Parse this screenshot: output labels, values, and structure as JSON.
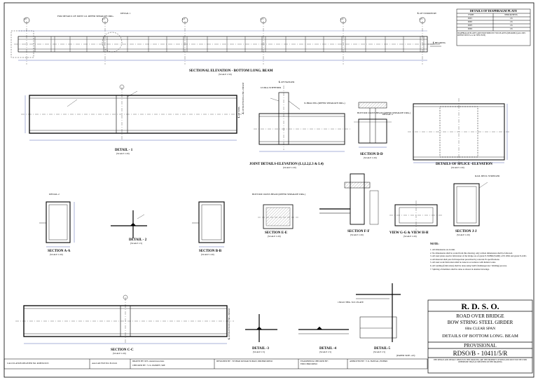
{
  "top": {
    "note_splice": "FOR DETAILS OF JOINT LO. REFER SEPARATE DRG.",
    "detail1_ref": "DETAIL 1",
    "sym": "℄ OF SYMMETRY",
    "bearing": "℄ BEARING",
    "nodes": [
      "L0",
      "L1",
      "L2",
      "L3",
      "L4",
      "L5"
    ]
  },
  "diaphragm": {
    "title": "DETAILS OF DIAPHRAGM PLATE",
    "headers": [
      "TYPE",
      "THICKNESS"
    ],
    "rows": [
      [
        "DP1",
        "16"
      ],
      [
        "DP2",
        "16"
      ],
      [
        "DP3",
        "16"
      ],
      [
        "DP4",
        "16"
      ]
    ],
    "note": "DIAPHRAGM PLATES ARE PROVIDED IN TWO PLATES (DP1&DP2) (ALL DP1 REFER VIEW G-G & VIEW H-H)"
  },
  "views": {
    "sect_elev": {
      "title": "SECTIONAL ELEVATION - BOTTOM LONG. BEAM",
      "scale": "(SCALE 1:50)"
    },
    "detail1": {
      "title": "DETAIL - 1",
      "scale": "(SCALE 1:20)"
    },
    "joint": {
      "title": "JOINT DETAILS-ELEVATION (L1,L2,L3 & L4)",
      "scale": "(SCALE 1:20)"
    },
    "sec_dd": {
      "title": "SECTION D-D",
      "scale": "(SCALE 1:20)"
    },
    "splice": {
      "title": "DETAILS OF SPLICE -ELEVATION",
      "scale": "(SCALE 1:20)"
    },
    "sec_aa": {
      "title": "SECTION A-A",
      "scale": "(SCALE 1:20)"
    },
    "detail2": {
      "title": "DETAIL - 2",
      "scale": "(SCALE 1:5)"
    },
    "sec_bb": {
      "title": "SECTION B-B",
      "scale": "(SCALE 1:20)"
    },
    "sec_ee": {
      "title": "SECTION E-E",
      "scale": "(SCALE 1:20)"
    },
    "sec_ff": {
      "title": "SECTION F-F",
      "scale": "(SCALE 1:20)"
    },
    "view_gg": {
      "title": "VIEW G-G & VIEW H-H",
      "scale": "(SCALE 1:20)"
    },
    "sec_jj": {
      "title": "SECTION J-J",
      "scale": "(SCALE 1:20)"
    },
    "sec_cc": {
      "title": "SECTION C-C",
      "scale": "(SCALE 1:20)"
    },
    "detail3": {
      "title": "DETAIL -3",
      "scale": "(SCALE 1:5)"
    },
    "detail4": {
      "title": "DETAIL -4",
      "scale": "(SCALE 1:5)"
    },
    "detail5": {
      "title": "DETAIL-5",
      "scale": "(SCALE 1:5)"
    }
  },
  "labels": {
    "hanger": "℄ OF HANGER",
    "stiffener": "ULTRA STIFFENER",
    "bracing": "X-BRACING (REFER SEPARATE DRG.)",
    "cross_beam": "BOTTOM CROSS BEAM (REFER SEPARATE DRG.)",
    "detail3_ref": "DETAIL-3",
    "detail2_ref": "DETAIL-2",
    "stringer": "RAIL DECK STRINGER",
    "bottom_beam": "℄ OF BOTTOM LONG. BEAM",
    "web_ref": "℄ OF WEB",
    "iso_ref": "150x10 THK. SLT. PLATE",
    "paper": "(PAPER SIZE- A3)"
  },
  "notes": {
    "heading": "NOTE:",
    "items": [
      "1.  All dimensions are in mm.",
      "2.  No dimensions shall be scaled from this drawing; only written dimensions shall be followed.",
      "3.  All steel plates used in fabrication of the bridge are of grade E-350BR (Fe490) of IS 2062 and grade E-410C.",
      "4.  All material shall pass full inspection prescribed by relevant IS specifications.",
      "5.  All steel work fabrication shall be done in accordance with Indian Codes.",
      "6.  All welding (fabrication) shall be done using SAW (Submerged Arc Welding) process.",
      "7.  Splicing of members shall be done as shown in detailed drawings."
    ]
  },
  "title_block": {
    "org": "R.  D.  S.  O.",
    "line1": "ROAD OVER BRIDGE",
    "line2": "BOW STRING  STEEL GIRDER",
    "line3": "60m CLEAR SPAN",
    "line4": "DETAILS OF BOTTOM LONG. BEAM",
    "status": "PROVISIONAL",
    "drg_no": "RDSO/B - 10411/5/R",
    "fine": "THE DESIGN AND DETAILS SHOWN IN THIS DRAWING ARE THE PROPERTY OF RDSO AND MUST NOT BE USED OTHERWISE THAN AS SPECIFIED ON THE DRAWING"
  },
  "footer": {
    "calc": "CALCULATION REGISTER NO. ROB/56/2015",
    "cad": "AutoCAD FILE NO. B-10411",
    "drawn": "DRAWN BY: M/S. Anand Associates",
    "checked": "CHECKED BY : V. K. PANDEY, SRE",
    "designed": "DESIGNED BY : TUSHAR KUMAR SUMAN, DIR/B&S/RDSO",
    "examined": "EXAMINED & CHECKED BY : EDUC/B&S/RDSO",
    "approved": "APPROVED BY : V. K. BANSAL, ED/B&S"
  }
}
